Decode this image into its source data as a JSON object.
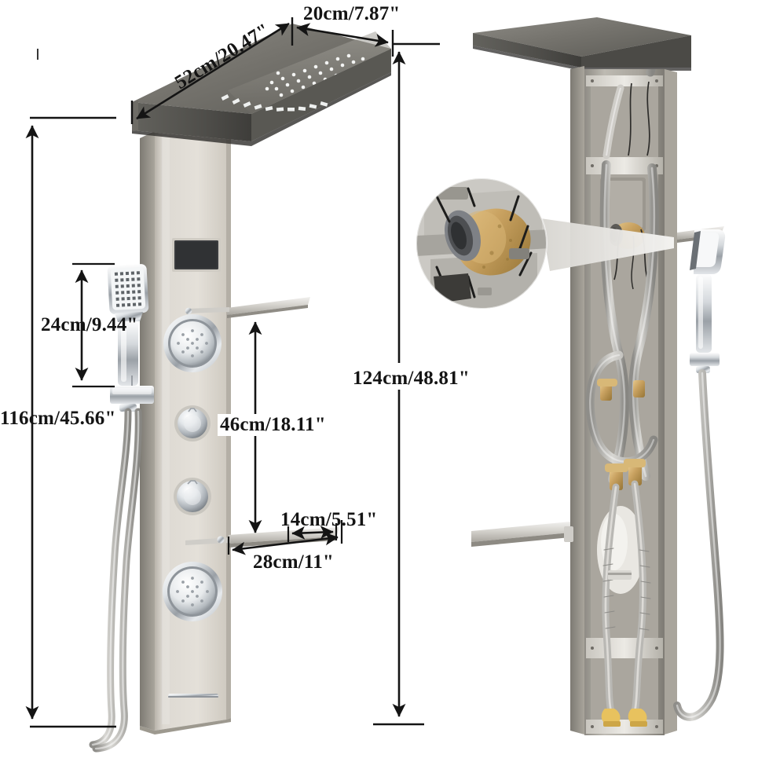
{
  "diagram": {
    "title": "Stainless Steel Shower Panel Tower — Dimension & Internal Structure Diagram",
    "type": "product-dimension-drawing",
    "views": [
      {
        "id": "front-view",
        "label": "Assembled front three-quarter view"
      },
      {
        "id": "cutaway-view",
        "label": "Internal plumbing cutaway view"
      },
      {
        "id": "detail-call",
        "label": "Magnified valve cartridge detail"
      }
    ]
  },
  "dimensions": {
    "head_length": {
      "text": "52cm/20.47\"",
      "cm": 52,
      "inch": 20.47,
      "desc": "overhead rain head length"
    },
    "head_depth": {
      "text": "20cm/7.87\"",
      "cm": 20,
      "inch": 7.87,
      "desc": "overhead rain head depth"
    },
    "handheld_span": {
      "text": "24cm/9.44\"",
      "cm": 24,
      "inch": 9.44,
      "desc": "handheld shower length"
    },
    "panel_height": {
      "text": "116cm/45.66\"",
      "cm": 116,
      "inch": 45.66,
      "desc": "panel body height"
    },
    "jet_spacing": {
      "text": "46cm/18.11\"",
      "cm": 46,
      "inch": 18.11,
      "desc": "shelf to shelf spacing"
    },
    "shelf_depth": {
      "text": "14cm/5.51\"",
      "cm": 14,
      "inch": 5.51,
      "desc": "shelf projection depth"
    },
    "shelf_width": {
      "text": "28cm/11\"",
      "cm": 28,
      "inch": 11,
      "desc": "shelf width"
    },
    "total_height": {
      "text": "124cm/48.81\"",
      "cm": 124,
      "inch": 48.81,
      "desc": "overall tower height"
    }
  },
  "components": {
    "rain_head": "rain-shower-head",
    "display": "lcd-temperature-display",
    "jet_upper": "massage-jet-upper",
    "jet_lower": "massage-jet-lower",
    "knob_upper": "diverter-knob-upper",
    "knob_lower": "mixer-knob-lower",
    "shelf_upper": "shelf-upper",
    "shelf_lower": "shelf-lower",
    "handheld": "handheld-shower",
    "hose": "flexible-hose",
    "spout": "tub-spout",
    "valve_detail": "brass-valve-cartridge"
  },
  "colors": {
    "line": "#141414",
    "panel_face": "#dedad3",
    "panel_face_dark": "#c3bdb4",
    "steel_top": "#77756f",
    "steel_top_dark": "#4e4d49",
    "chrome": "#e9ecef",
    "chrome_dark": "#9aa0a6",
    "brass": "#c79f5a",
    "interior": "#b9b5ac",
    "hose_grey": "#bdbcb8"
  }
}
